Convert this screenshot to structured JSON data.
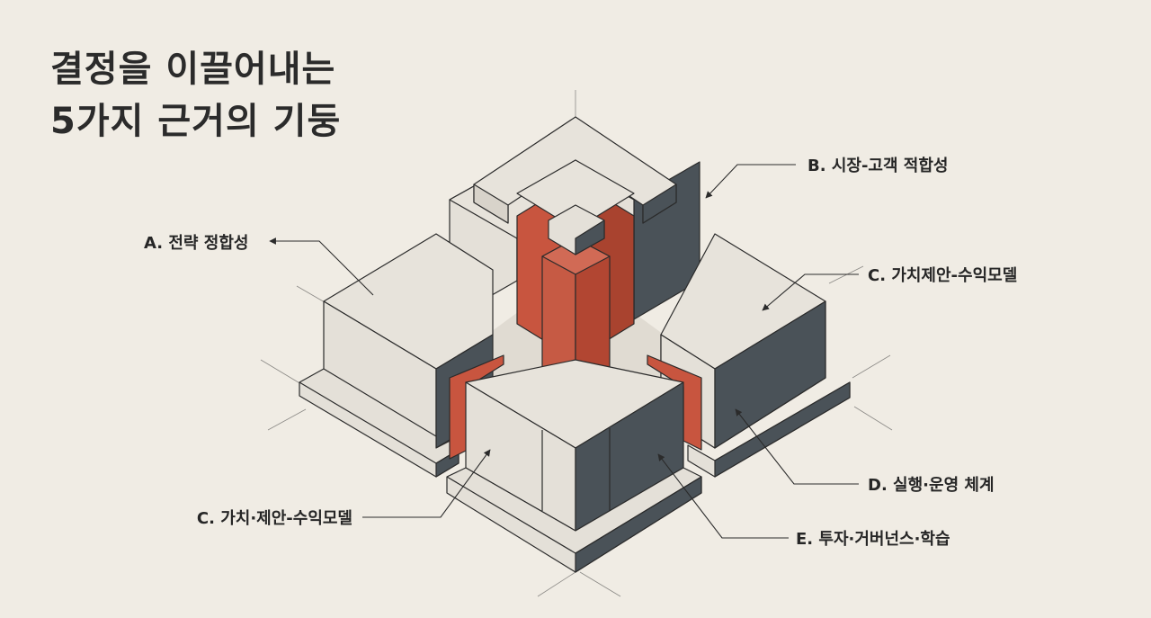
{
  "title": {
    "line1": "결정을 이끌어내는",
    "line2": "5가지 근거의 기둥"
  },
  "labels": {
    "a": "A. 전략 정합성",
    "b": "B. 시장-고객 적합성",
    "c_right": "C. 가치제안-수익모델",
    "c_left": "C. 가치·제안-수익모델",
    "d": "D. 실행·운영 체계",
    "e": "E. 투자·거버넌스·학습"
  },
  "colors": {
    "background": "#f0ece4",
    "light_face": "#e4e0d8",
    "dark_face": "#4a5258",
    "accent": "#c8553f",
    "line": "#2b2b2b"
  }
}
